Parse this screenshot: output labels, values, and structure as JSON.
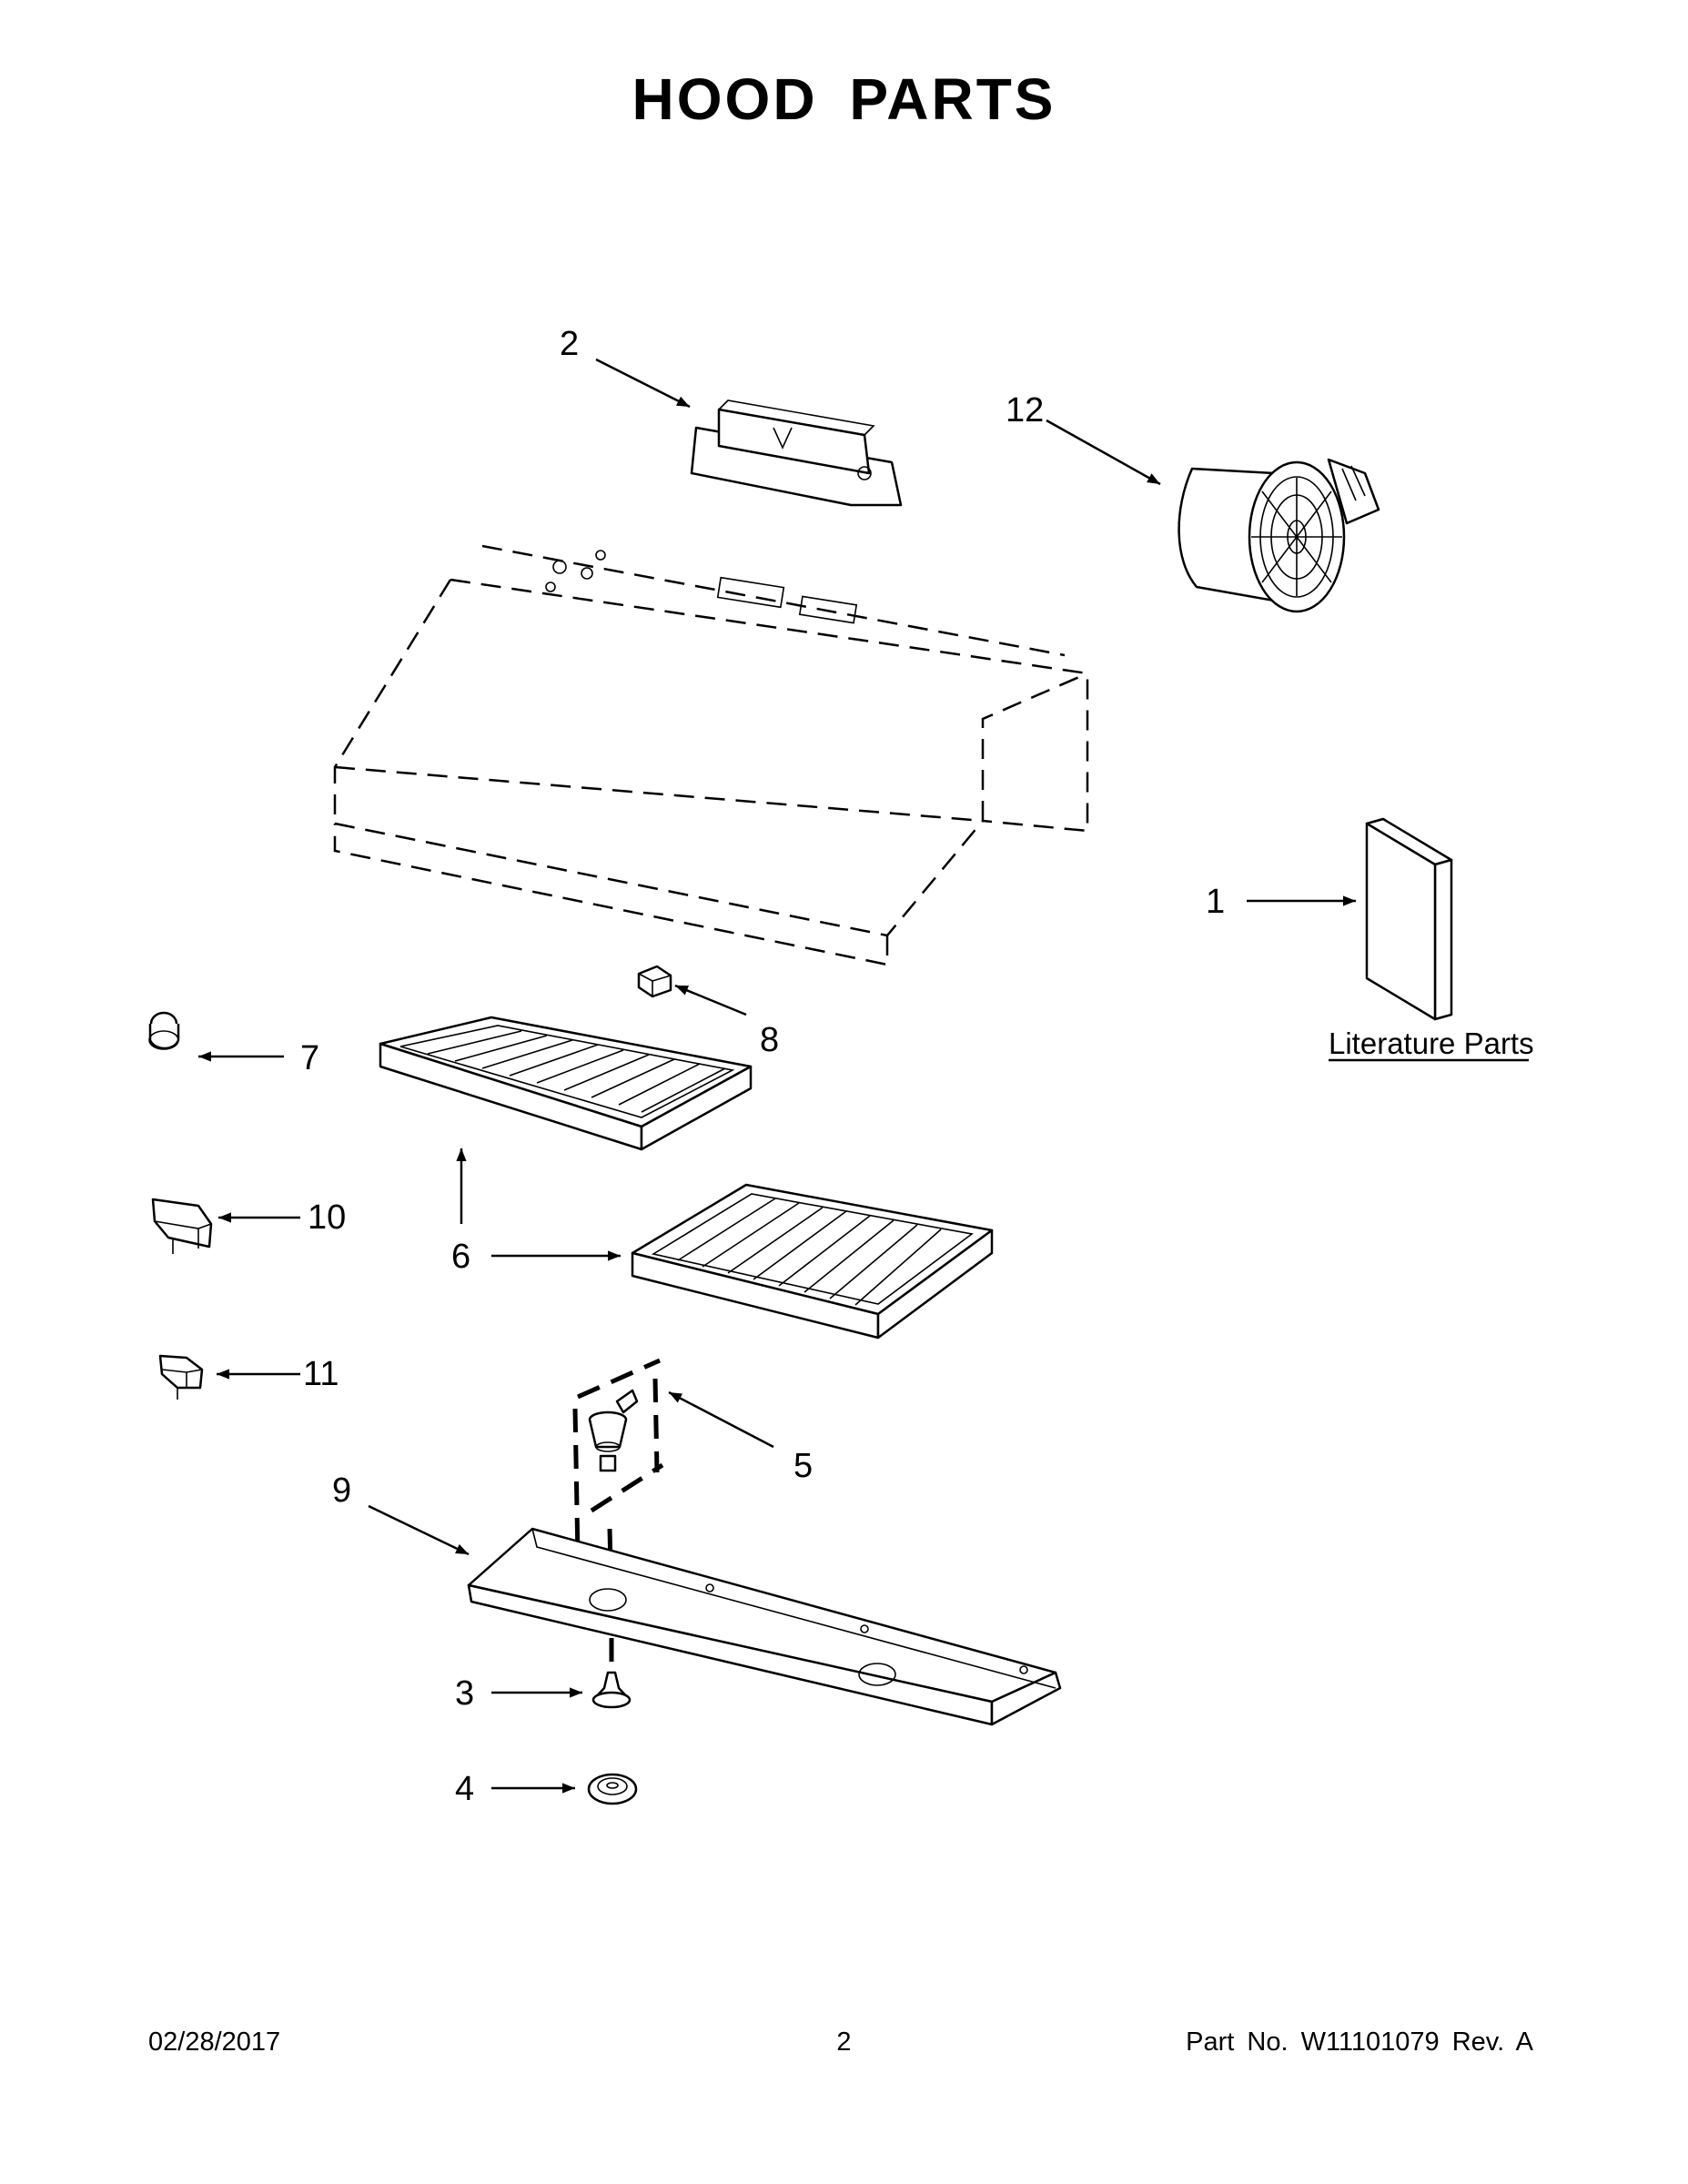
{
  "title": "HOOD PARTS",
  "callouts": {
    "c1": "1",
    "c2": "2",
    "c3": "3",
    "c4": "4",
    "c5": "5",
    "c6a": "6",
    "c7": "7",
    "c8": "8",
    "c9": "9",
    "c10": "10",
    "c11": "11",
    "c12": "12"
  },
  "literature_label": "Literature Parts",
  "footer": {
    "date": "02/28/2017",
    "page": "2",
    "part": "Part No.  W11101079  Rev.  A"
  }
}
